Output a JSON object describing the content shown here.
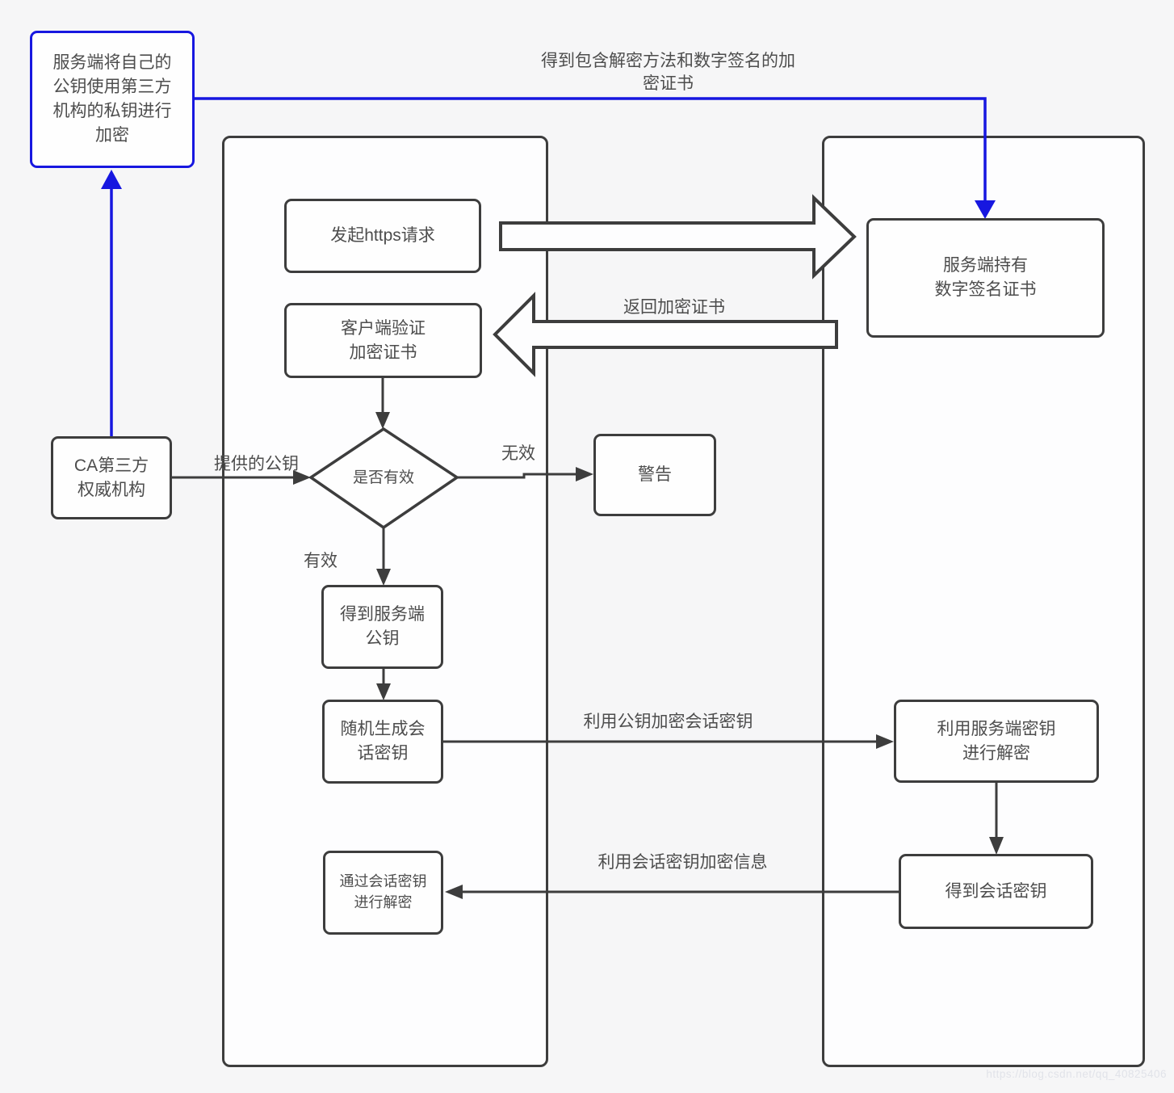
{
  "colors": {
    "accent_blue": "#1717e0",
    "box_border": "#3d3d3d",
    "text": "#4d4d4d",
    "background": "#f6f6f7",
    "lane_fill": "#fdfdfe"
  },
  "nodes": {
    "server_encrypt_note": [
      "服务端将自己的",
      "公钥使用第三方",
      "机构的私钥进行",
      "加密"
    ],
    "initiate_request": "发起https请求",
    "server_holds_cert": [
      "服务端持有",
      "数字签名证书"
    ],
    "client_verify": [
      "客户端验证",
      "加密证书"
    ],
    "decision_valid": "是否有效",
    "warning": "警告",
    "ca_authority": [
      "CA第三方",
      "权威机构"
    ],
    "get_server_key": [
      "得到服务端",
      "公钥"
    ],
    "generate_session_key": [
      "随机生成会",
      "话密钥"
    ],
    "server_decrypt": [
      "利用服务端密钥",
      "进行解密"
    ],
    "get_session_key": "得到会话密钥",
    "client_decrypt": [
      "通过会话密钥",
      "进行解密"
    ]
  },
  "labels": {
    "got_encrypted_cert": [
      "得到包含解密方法和数字签名的加",
      "密证书"
    ],
    "return_encrypted_cert": "返回加密证书",
    "provided_public_key": "提供的公钥",
    "invalid": "无效",
    "valid": "有效",
    "encrypt_session_with_public_key": "利用公钥加密会话密钥",
    "encrypt_info_with_session_key": "利用会话密钥加密信息"
  },
  "watermark": "https://blog.csdn.net/qq_40825406"
}
